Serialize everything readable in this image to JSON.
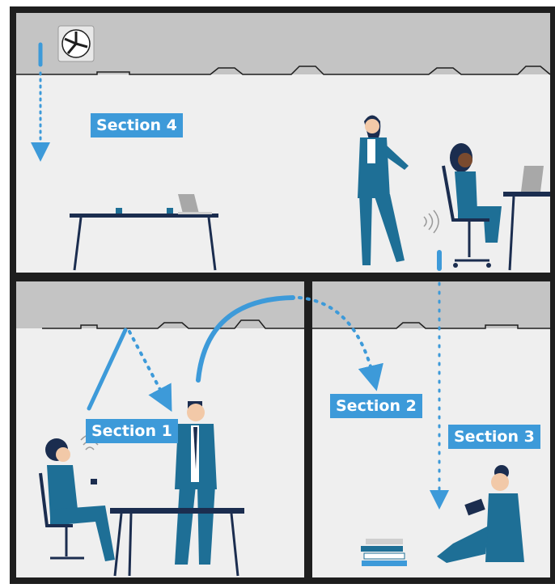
{
  "sections": {
    "section4": "Section 4",
    "section1": "Section 1",
    "section2": "Section 2",
    "section3": "Section 3"
  },
  "colors": {
    "frame": "#1e1e1e",
    "ceiling": "#c4c4c4",
    "wall": "#efefef",
    "accent_blue": "#3d9ad9",
    "suit_blue": "#1e6f96",
    "dark_navy": "#1b2d4f",
    "skin": "#f2c9a8"
  },
  "icons": [
    "ventilation-fan-icon",
    "noise-waves-icon",
    "sound-path-arrow-icon",
    "laptop-icon",
    "coffee-cup-icon",
    "book-stack-icon"
  ]
}
